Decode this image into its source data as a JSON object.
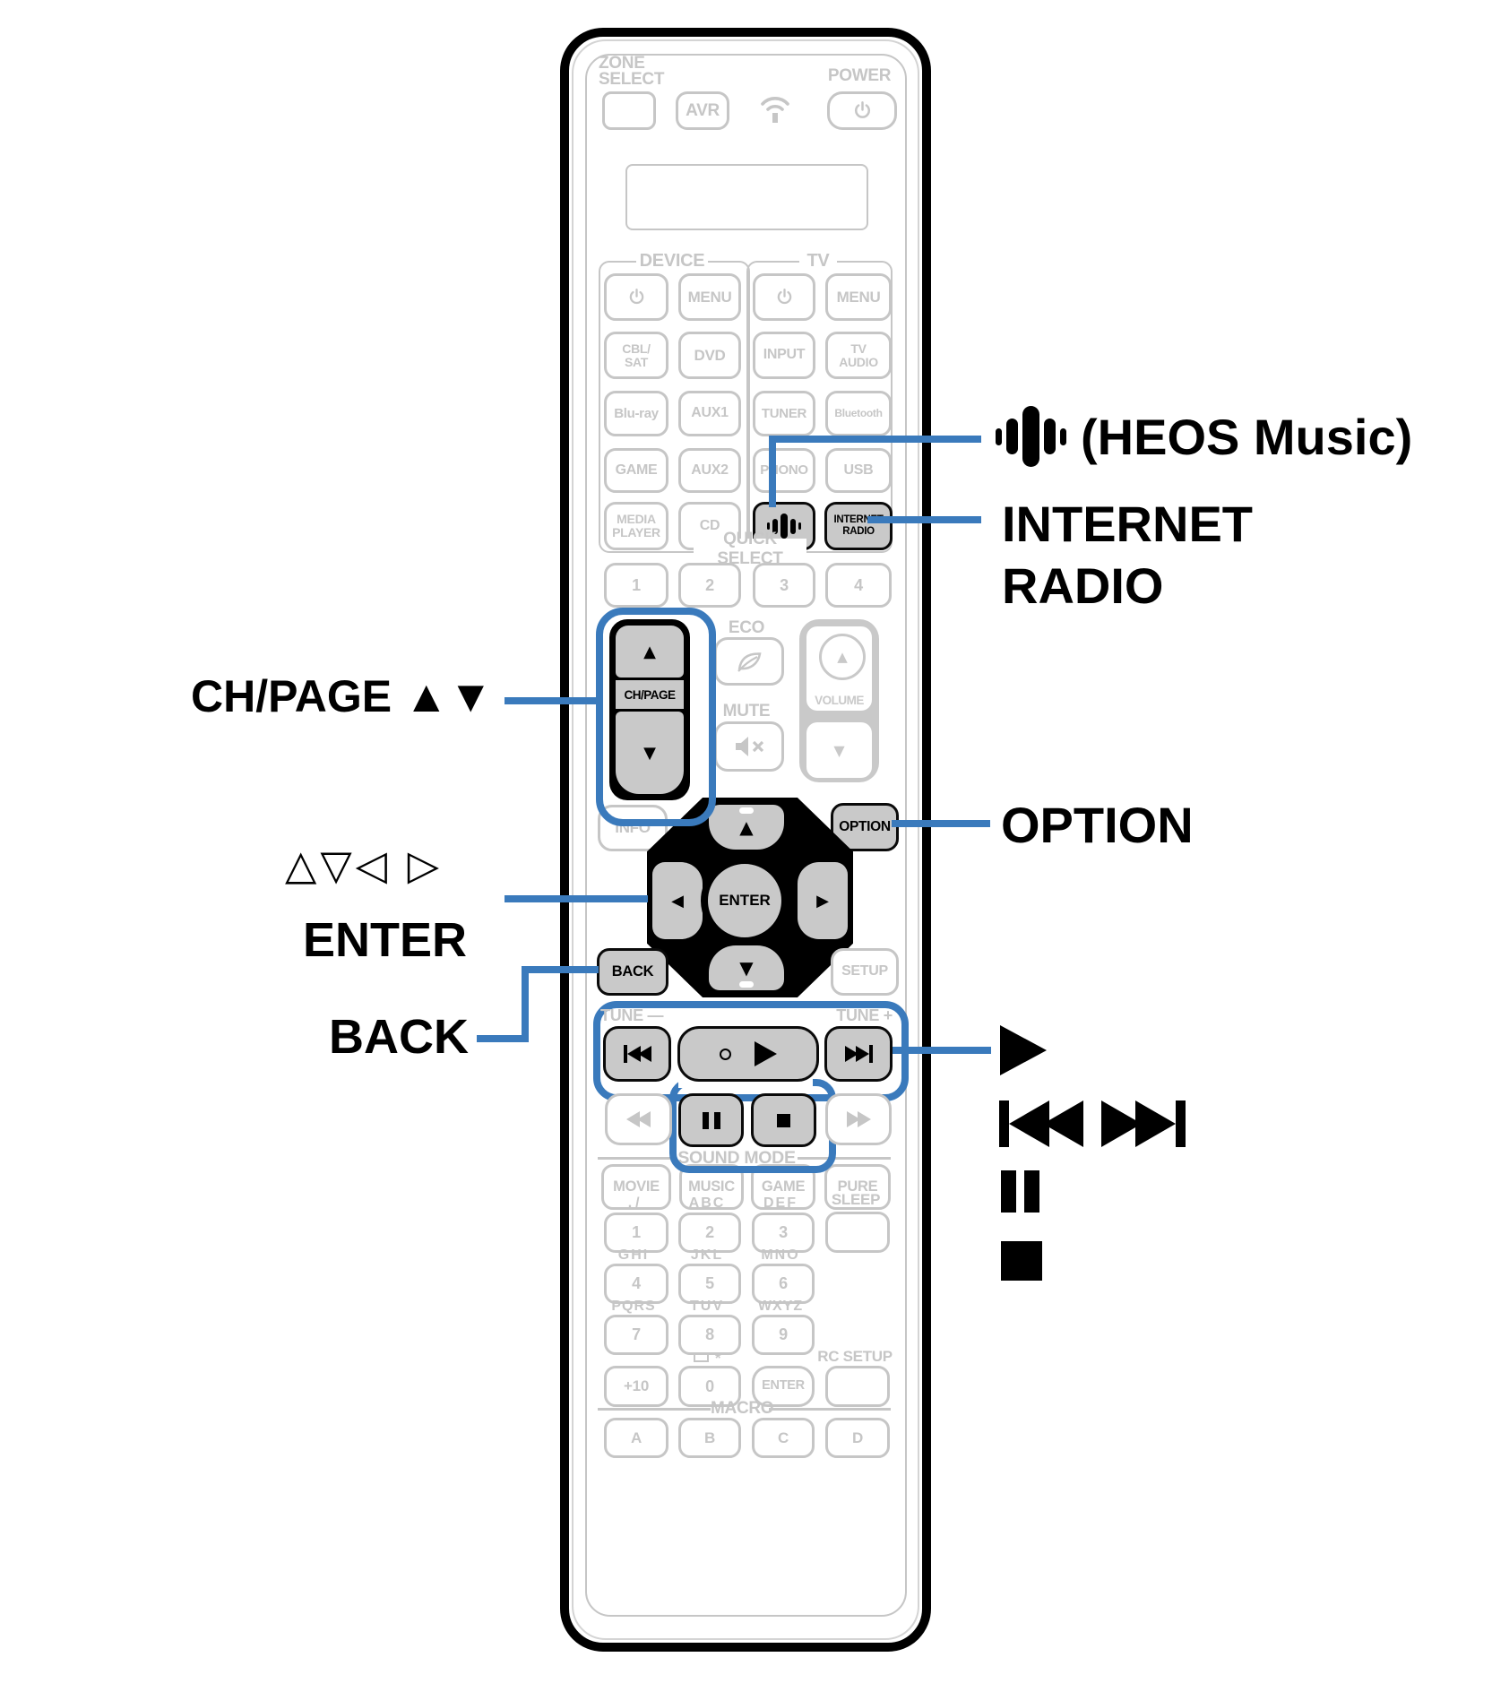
{
  "accent_color": "#3a7abc",
  "callouts": {
    "left": {
      "ch_page": "CH/PAGE ▲▼",
      "cursor": "△▽◁ ▷",
      "enter": "ENTER",
      "back": "BACK"
    },
    "right": {
      "heos": "(HEOS Music)",
      "internet_line1": "INTERNET",
      "internet_line2": "RADIO",
      "option": "OPTION",
      "play_icon": "play-icon",
      "skip_icons": "skip-back-forward-icons",
      "pause_icon": "pause-icon",
      "stop_icon": "stop-icon"
    }
  },
  "remote": {
    "zone_select": "ZONE\nSELECT",
    "avr": "AVR",
    "power_label": "POWER",
    "device": {
      "label": "DEVICE",
      "menu": "MENU",
      "cbl_sat": "CBL/\nSAT",
      "dvd": "DVD",
      "bluray": "Blu-ray",
      "aux1": "AUX1",
      "game": "GAME",
      "aux2": "AUX2",
      "media_player": "MEDIA\nPLAYER",
      "cd": "CD"
    },
    "tv": {
      "label": "TV",
      "menu": "MENU",
      "input": "INPUT",
      "tv_audio": "TV\nAUDIO",
      "tuner": "TUNER",
      "bluetooth": "Bluetooth",
      "phono": "PHONO",
      "usb": "USB"
    },
    "internet_radio_btn": "INTERNET\nRADIO",
    "quick_select": {
      "label": "QUICK SELECT",
      "b1": "1",
      "b2": "2",
      "b3": "3",
      "b4": "4"
    },
    "ch_page_label": "CH/PAGE",
    "eco_label": "ECO",
    "mute_label": "MUTE",
    "volume_label": "VOLUME",
    "info": "INFO",
    "option": "OPTION",
    "enter": "ENTER",
    "back": "BACK",
    "setup": "SETUP",
    "tune_minus": "TUNE —",
    "tune_plus": "TUNE +",
    "sound_mode": {
      "label": "SOUND MODE",
      "movie": "MOVIE",
      "music": "MUSIC",
      "game": "GAME",
      "pure": "PURE"
    },
    "sleep_label": "SLEEP",
    "keypad": {
      "r1_alpha": [
        ". /",
        "ABC",
        "DEF"
      ],
      "r2_alpha": [
        "GHI",
        "JKL",
        "MNO"
      ],
      "r3_alpha": [
        "PQRS",
        "TUV",
        "WXYZ"
      ],
      "digits": [
        "1",
        "2",
        "3",
        "4",
        "5",
        "6",
        "7",
        "8",
        "9"
      ],
      "plus10": "+10",
      "zero": "0",
      "enter": "ENTER",
      "star": "*",
      "rc_setup": "RC SETUP"
    },
    "macro": {
      "label": "MACRO",
      "a": "A",
      "b": "B",
      "c": "C",
      "d": "D"
    }
  }
}
